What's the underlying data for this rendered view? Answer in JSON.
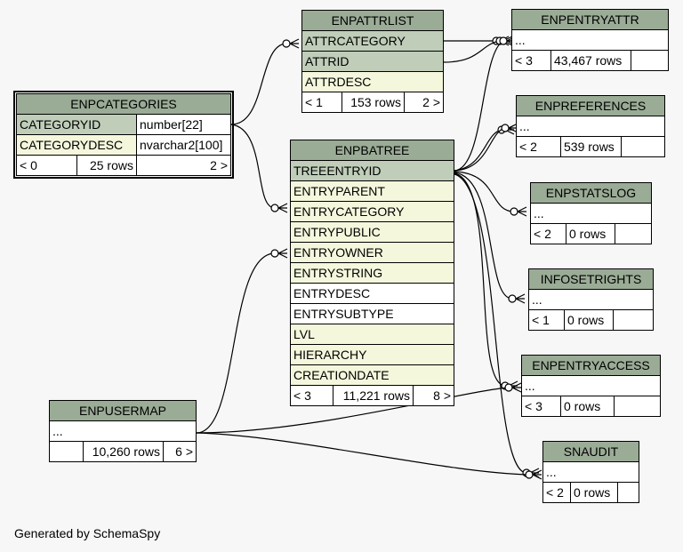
{
  "footer": "Generated by SchemaSpy",
  "colors": {
    "header": "#9aab96",
    "primary_key": "#bfcdb9",
    "foreign_key": "#f4f7dc",
    "background": "#f7f7f7"
  },
  "tables": {
    "enpcategories": {
      "name": "ENPCATEGORIES",
      "columns": [
        {
          "name": "CATEGORYID",
          "type": "number[22]"
        },
        {
          "name": "CATEGORYDESC",
          "type": "nvarchar2[100]"
        }
      ],
      "footer": [
        "< 0",
        "25 rows",
        "2 >"
      ]
    },
    "enpattrlist": {
      "name": "ENPATTRLIST",
      "columns": [
        {
          "name": "ATTRCATEGORY"
        },
        {
          "name": "ATTRID"
        },
        {
          "name": "ATTRDESC"
        }
      ],
      "footer": [
        "< 1",
        "153 rows",
        "2 >"
      ]
    },
    "enpbatree": {
      "name": "ENPBATREE",
      "columns": [
        {
          "name": "TREEENTRYID"
        },
        {
          "name": "ENTRYPARENT"
        },
        {
          "name": "ENTRYCATEGORY"
        },
        {
          "name": "ENTRYPUBLIC"
        },
        {
          "name": "ENTRYOWNER"
        },
        {
          "name": "ENTRYSTRING"
        },
        {
          "name": "ENTRYDESC"
        },
        {
          "name": "ENTRYSUBTYPE"
        },
        {
          "name": "LVL"
        },
        {
          "name": "HIERARCHY"
        },
        {
          "name": "CREATIONDATE"
        }
      ],
      "footer": [
        "< 3",
        "11,221 rows",
        "8 >"
      ]
    },
    "enpusermap": {
      "name": "ENPUSERMAP",
      "columns": [
        {
          "name": "..."
        }
      ],
      "footer": [
        "",
        "10,260 rows",
        "6 >"
      ]
    },
    "enpentryattr": {
      "name": "ENPENTRYATTR",
      "columns": [
        {
          "name": "..."
        }
      ],
      "footer": [
        "< 3",
        "43,467 rows",
        ""
      ]
    },
    "enpreferences": {
      "name": "ENPREFERENCES",
      "columns": [
        {
          "name": "..."
        }
      ],
      "footer": [
        "< 2",
        "539 rows",
        ""
      ]
    },
    "enpstatslog": {
      "name": "ENPSTATSLOG",
      "columns": [
        {
          "name": "..."
        }
      ],
      "footer": [
        "< 2",
        "0 rows",
        ""
      ]
    },
    "infosetrights": {
      "name": "INFOSETRIGHTS",
      "columns": [
        {
          "name": "..."
        }
      ],
      "footer": [
        "< 1",
        "0 rows",
        ""
      ]
    },
    "enpentryaccess": {
      "name": "ENPENTRYACCESS",
      "columns": [
        {
          "name": "..."
        }
      ],
      "footer": [
        "< 3",
        "0 rows",
        ""
      ]
    },
    "snaudit": {
      "name": "SNAUDIT",
      "columns": [
        {
          "name": "..."
        }
      ],
      "footer": [
        "< 2",
        "0 rows",
        ""
      ]
    }
  }
}
